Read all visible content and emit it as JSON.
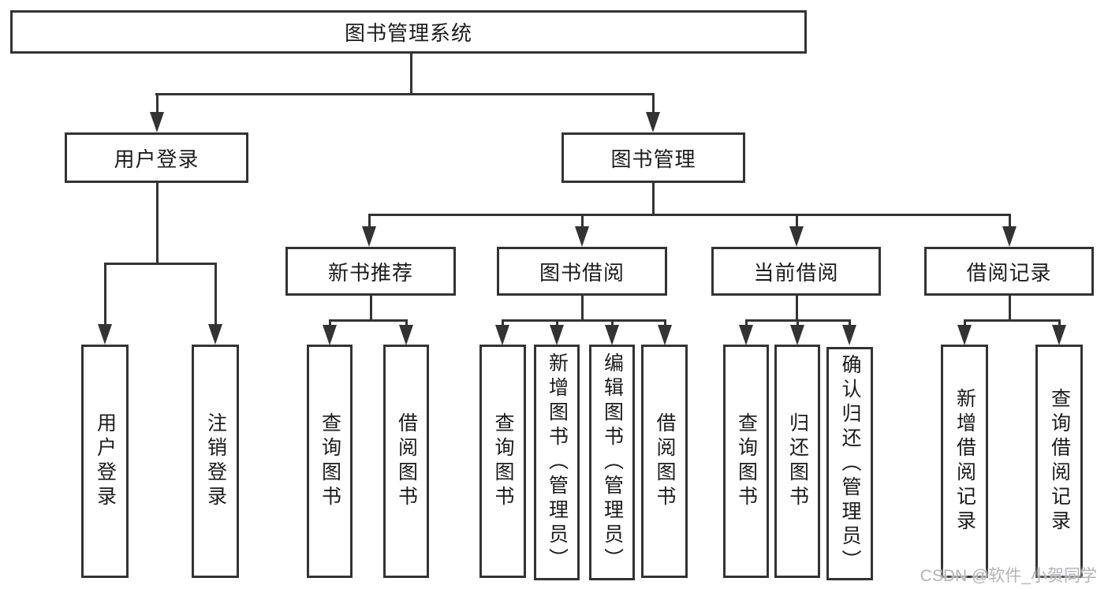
{
  "diagram": {
    "type": "hierarchy-tree",
    "colors": {
      "line": "#333333",
      "box_border": "#333333",
      "box_background": "#ffffff",
      "text": "#1b1b1b",
      "watermark_text": "#b0b5b9"
    }
  },
  "tree": {
    "root": {
      "label": "图书管理系统",
      "children": [
        {
          "label": "用户登录",
          "children": [
            {
              "label": "用户登录"
            },
            {
              "label": "注销登录"
            }
          ]
        },
        {
          "label": "图书管理",
          "children": [
            {
              "label": "新书推荐",
              "children": [
                {
                  "label": "查询图书"
                },
                {
                  "label": "借阅图书"
                }
              ]
            },
            {
              "label": "图书借阅",
              "children": [
                {
                  "label": "查询图书"
                },
                {
                  "label": "新增图书（管理员）"
                },
                {
                  "label": "编辑图书（管理员）"
                },
                {
                  "label": "借阅图书"
                }
              ]
            },
            {
              "label": "当前借阅",
              "children": [
                {
                  "label": "查询图书"
                },
                {
                  "label": "归还图书"
                },
                {
                  "label": "确认归还（管理员）"
                }
              ]
            },
            {
              "label": "借阅记录",
              "children": [
                {
                  "label": "新增借阅记录"
                },
                {
                  "label": "查询借阅记录"
                }
              ]
            }
          ]
        }
      ]
    }
  },
  "watermark": {
    "text": "CSDN @软件_小贺同学"
  }
}
